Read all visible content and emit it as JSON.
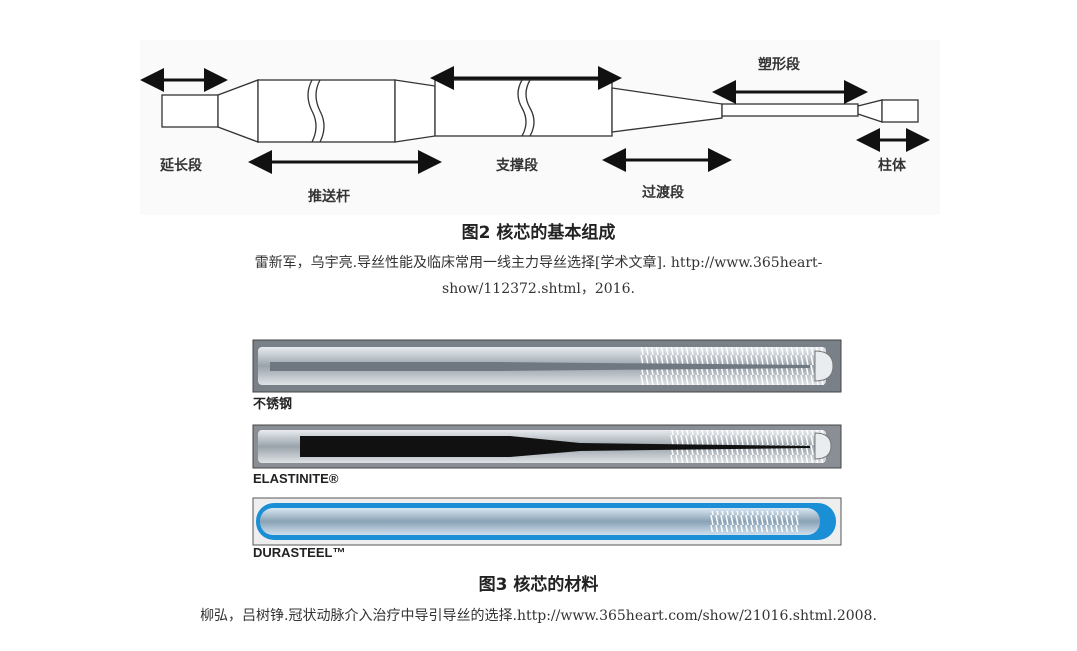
{
  "figure2": {
    "labels": {
      "extension": "延长段",
      "push_rod": "推送杆",
      "support": "支撑段",
      "transition": "过渡段",
      "shaping": "塑形段",
      "cylinder": "柱体"
    },
    "caption": "图2  核芯的基本组成",
    "reference_line1": "雷新军，乌宇亮.导丝性能及临床常用一线主力导丝选择[学术文章]. http://www.365heart-",
    "reference_line2": "show/112372.shtml，2016."
  },
  "figure3": {
    "wires": [
      {
        "label": "不锈钢"
      },
      {
        "label": "ELASTINITE®"
      },
      {
        "label": "DURASTEEL™"
      }
    ],
    "caption": "图3  核芯的材料",
    "reference": "柳弘，吕树铮.冠状动脉介入治疗中导引导丝的选择.http://www.365heart.com/show/21016.shtml.2008."
  }
}
